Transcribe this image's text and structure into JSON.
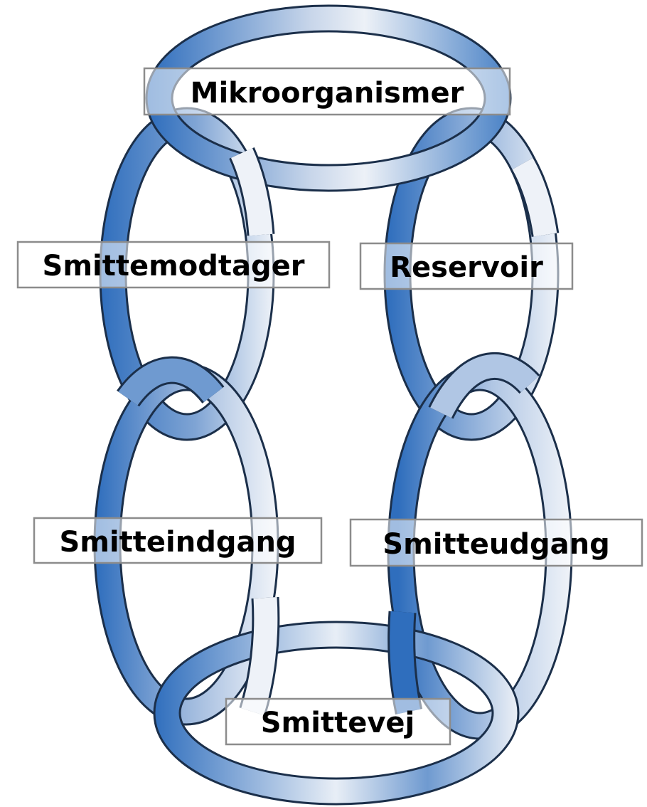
{
  "diagram": {
    "colors": {
      "ring_dark": "#2f6ebd",
      "ring_light": "#e9eef6",
      "outline": "#1b2f4a",
      "label_border": "#8c8c8c"
    },
    "labels": {
      "top": "Mikroorganismer",
      "upper_left": "Smittemodtager",
      "upper_right": "Reservoir",
      "lower_left": "Smitteindgang",
      "lower_right": "Smitteudgang",
      "bottom": "Smittevej"
    }
  }
}
